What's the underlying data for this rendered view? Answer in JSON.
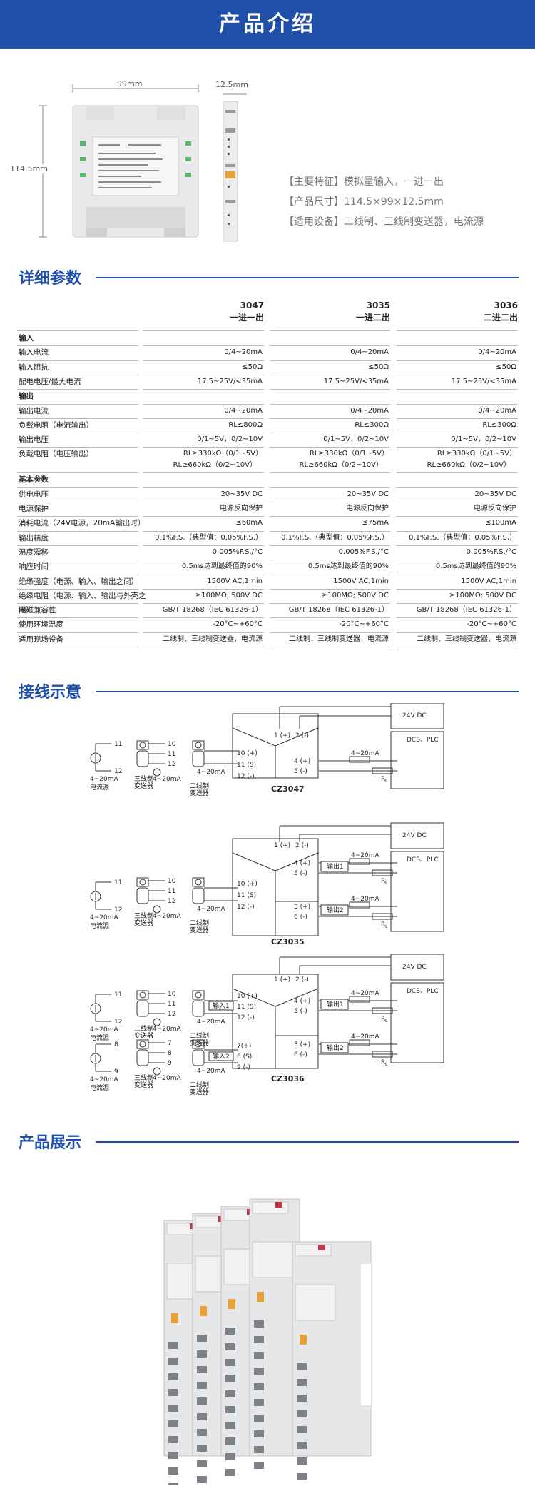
{
  "banner": {
    "title": "产品介绍"
  },
  "dimensions": {
    "width": "99mm",
    "thickness": "12.5mm",
    "height": "114.5mm"
  },
  "features": [
    "【主要特征】模拟量输入，一进一出",
    "【产品尺寸】114.5×99×12.5mm",
    "【适用设备】二线制、三线制变送器，电流源"
  ],
  "sections": {
    "params": "详细参数",
    "wiring": "接线示意",
    "show": "产品展示"
  },
  "columns": [
    {
      "model": "3047",
      "desc": "一进一出"
    },
    {
      "model": "3035",
      "desc": "一进二出"
    },
    {
      "model": "3036",
      "desc": "二进二出"
    }
  ],
  "rows": [
    {
      "label": "输入",
      "cat": true,
      "values": [
        "",
        "",
        ""
      ]
    },
    {
      "label": "输入电流",
      "values": [
        "0/4~20mA",
        "0/4~20mA",
        "0/4~20mA"
      ]
    },
    {
      "label": "输入阻抗",
      "values": [
        "≤50Ω",
        "≤50Ω",
        "≤50Ω"
      ]
    },
    {
      "label": "配电电压/最大电流",
      "values": [
        "17.5~25V/<35mA",
        "17.5~25V/<35mA",
        "17.5~25V/<35mA"
      ]
    },
    {
      "label": "输出",
      "cat": true,
      "values": [
        "",
        "",
        ""
      ]
    },
    {
      "label": "输出电流",
      "values": [
        "0/4~20mA",
        "0/4~20mA",
        "0/4~20mA"
      ]
    },
    {
      "label": "负载电阻（电流输出）",
      "values": [
        "RL≤800Ω",
        "RL≤300Ω",
        "RL≤300Ω"
      ]
    },
    {
      "label": "输出电压",
      "values": [
        "0/1~5V，0/2~10V",
        "0/1~5V，0/2~10V",
        "0/1~5V，0/2~10V"
      ]
    },
    {
      "label": "负载电阻（电压输出）",
      "double": true,
      "values": [
        "RL≥330kΩ（0/1~5V）",
        "RL≥330kΩ（0/1~5V）",
        "RL≥330kΩ（0/1~5V）"
      ],
      "values2": [
        "RL≥660kΩ（0/2~10V）",
        "RL≥660kΩ（0/2~10V）",
        "RL≥660kΩ（0/2~10V）"
      ]
    },
    {
      "label": "基本参数",
      "cat": true,
      "values": [
        "",
        "",
        ""
      ]
    },
    {
      "label": "供电电压",
      "values": [
        "20~35V DC",
        "20~35V DC",
        "20~35V DC"
      ]
    },
    {
      "label": "电源保护",
      "values": [
        "电源反向保护",
        "电源反向保护",
        "电源反向保护"
      ]
    },
    {
      "label": "消耗电流（24V电源，20mA输出时）",
      "values": [
        "≤60mA",
        "≤75mA",
        "≤100mA"
      ]
    },
    {
      "label": "输出精度",
      "values": [
        "0.1%F.S.（典型值：0.05%F.S.）",
        "0.1%F.S.（典型值：0.05%F.S.）",
        "0.1%F.S.（典型值：0.05%F.S.）"
      ]
    },
    {
      "label": "温度漂移",
      "values": [
        "0.005%F.S./°C",
        "0.005%F.S./°C",
        "0.005%F.S./°C"
      ]
    },
    {
      "label": "响应时间",
      "values": [
        "0.5ms达到最终值的90%",
        "0.5ms达到最终值的90%",
        "0.5ms达到最终值的90%"
      ]
    },
    {
      "label": "绝缘强度（电源、输入、输出之间）",
      "values": [
        "1500V AC;1min",
        "1500V AC;1min",
        "1500V AC;1min"
      ]
    },
    {
      "label": "绝缘电阻（电源、输入、输出与外壳之间）",
      "values": [
        "≥100MΩ; 500V DC",
        "≥100MΩ; 500V DC",
        "≥100MΩ; 500V DC"
      ]
    },
    {
      "label": "电磁兼容性",
      "values": [
        "GB/T 18268（IEC 61326-1）",
        "GB/T 18268（IEC 61326-1）",
        "GB/T 18268（IEC 61326-1）"
      ]
    },
    {
      "label": "使用环境温度",
      "values": [
        "-20°C~+60°C",
        "-20°C~+60°C",
        "-20°C~+60°C"
      ]
    },
    {
      "label": "适用现场设备",
      "values": [
        "二线制、三线制变送器，电流源",
        "二线制、三线制变送器，电流源",
        "二线制、三线制变送器，电流源"
      ]
    }
  ],
  "diagrams": [
    {
      "model": "CZ3047",
      "power": "24V DC",
      "dcs": "DCS、PLC",
      "t1": "1 (+)",
      "t2": "2 (-)",
      "inputs": [
        "10 (+)",
        "11 (S)",
        "12 (-)"
      ],
      "outputs": [
        "4 (+)",
        "5 (-)"
      ],
      "sig": "4~20mA",
      "rl": "RL"
    },
    {
      "model": "CZ3035",
      "power": "24V DC",
      "dcs": "DCS、PLC",
      "out1": "输出1",
      "out2": "输出2"
    },
    {
      "model": "CZ3036",
      "power": "24V DC",
      "dcs": "DCS、PLC",
      "in1": "输入1",
      "in2": "输入2",
      "out1": "输出1",
      "out2": "输出2"
    }
  ],
  "diagram_labels": {
    "current_source": "电流源",
    "three_wire": "三线制",
    "two_wire": "二线制",
    "transmitter": "变送器",
    "ma": "4~20mA",
    "t10": "10",
    "t11": "11",
    "t12": "12",
    "t7": "7",
    "t8": "8",
    "t9": "9",
    "p1": "1 (+)",
    "p2": "2 (-)",
    "p3": "3 (+)",
    "p4": "4 (+)",
    "p5": "5 (-)",
    "p6": "6 (-)",
    "i10": "10 (+)",
    "i11": "11 (S)",
    "i12": "12 (-)",
    "i7": "7(+)",
    "i8": "8 (S)",
    "i9": "9 (-)"
  }
}
